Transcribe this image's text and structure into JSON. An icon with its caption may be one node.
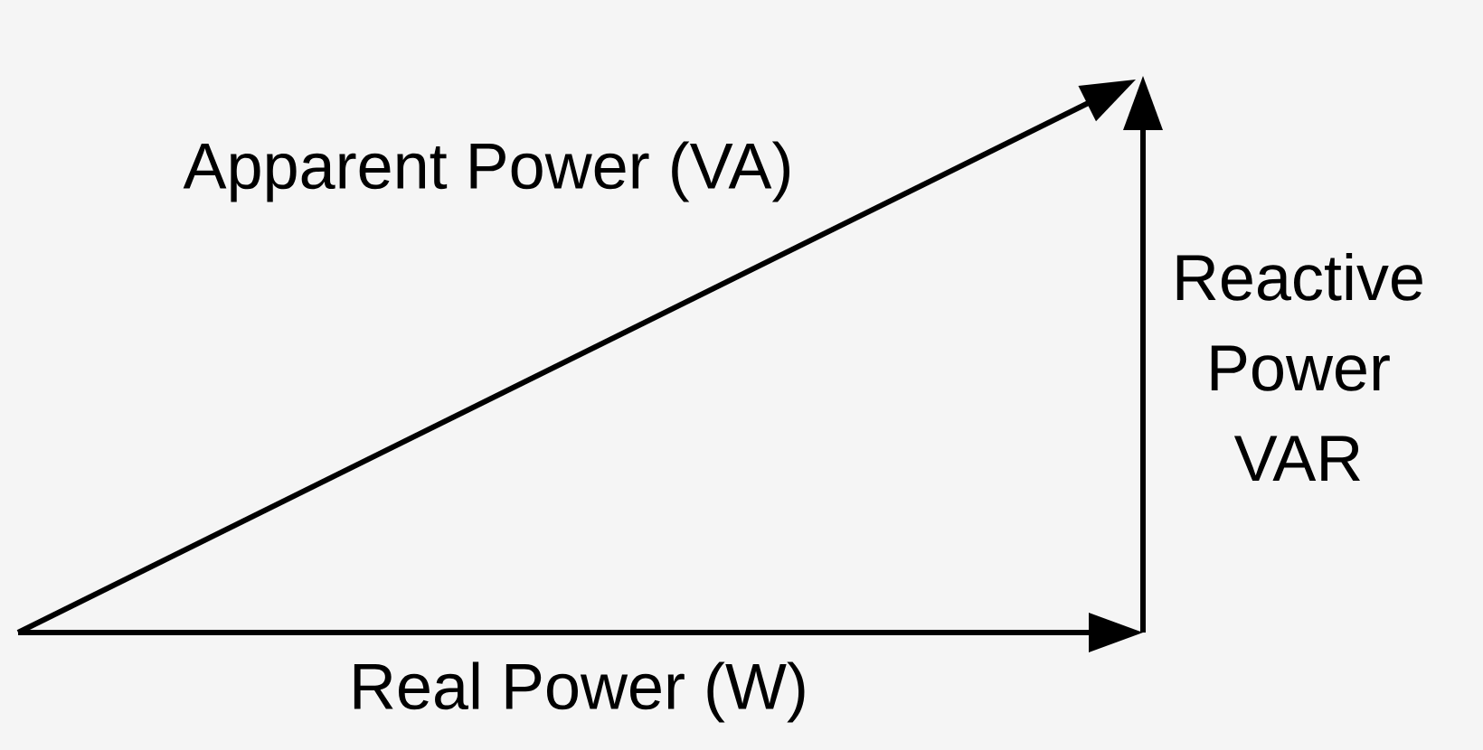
{
  "diagram": {
    "labels": [
      "Apparent Power (VA)",
      "Reactive Power VAR",
      "Real Power (W)"
    ]
  }
}
